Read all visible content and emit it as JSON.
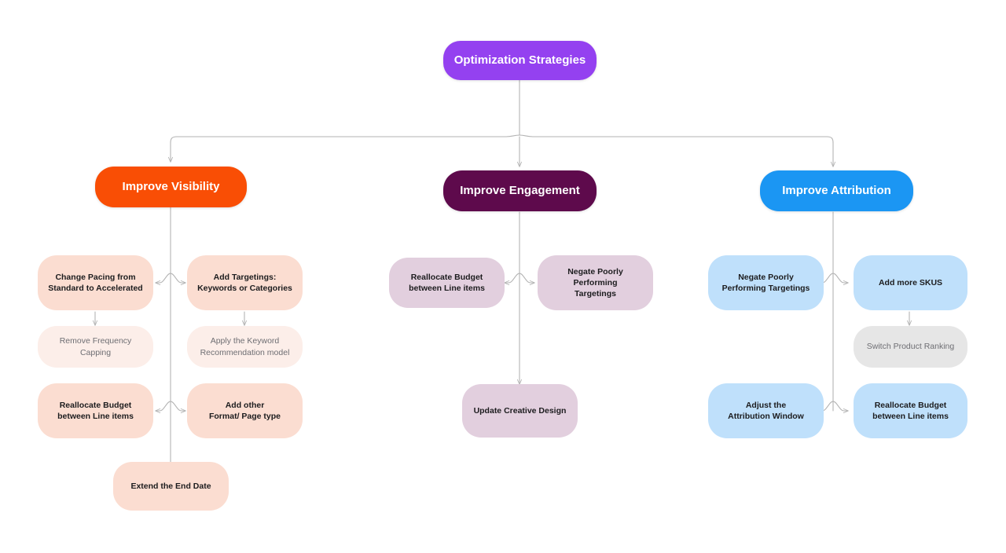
{
  "diagram": {
    "title": "Optimization Strategies",
    "type": "tree-mindmap",
    "background": "#ffffff",
    "edge_color": "#b3b3b3"
  },
  "palette": {
    "root": "#9441F0",
    "visibility": "#F94E05",
    "engagement": "#5E0A4C",
    "attribution": "#1B96F3",
    "peach": "#FBDDD1",
    "peach_light": "#FCEEE9",
    "mauve": "#E2CFDE",
    "blue": "#BFE0FB",
    "grey": "#E6E6E6",
    "text_strong": "#1c1c1e",
    "text_muted": "#6e6e73",
    "text_on_color": "#ffffff"
  },
  "root": {
    "label": "Optimization Strategies"
  },
  "branches": [
    {
      "id": "visibility",
      "label": "Improve Visibility",
      "color": "#F94E05",
      "nodes": [
        {
          "id": "vis-1",
          "label": "Change Pacing from\nStandard to Accelerated",
          "fill": "peach",
          "emphasis": "strong"
        },
        {
          "id": "vis-2",
          "label": "Add Targetings:\nKeywords or Categories",
          "fill": "peach",
          "emphasis": "strong"
        },
        {
          "id": "vis-3",
          "label": "Remove Frequency Capping",
          "fill": "peach_light",
          "emphasis": "muted"
        },
        {
          "id": "vis-4",
          "label": "Apply the Keyword\nRecommendation model",
          "fill": "peach_light",
          "emphasis": "muted"
        },
        {
          "id": "vis-5",
          "label": "Reallocate Budget\nbetween Line items",
          "fill": "peach",
          "emphasis": "strong"
        },
        {
          "id": "vis-6",
          "label": "Add other\nFormat/ Page type",
          "fill": "peach",
          "emphasis": "strong"
        },
        {
          "id": "vis-7",
          "label": "Extend the End Date",
          "fill": "peach",
          "emphasis": "strong"
        }
      ]
    },
    {
      "id": "engagement",
      "label": "Improve Engagement",
      "color": "#5E0A4C",
      "nodes": [
        {
          "id": "eng-1",
          "label": "Reallocate Budget\nbetween Line items",
          "fill": "mauve",
          "emphasis": "strong"
        },
        {
          "id": "eng-2",
          "label": "Negate Poorly Performing\nTargetings",
          "fill": "mauve",
          "emphasis": "strong"
        },
        {
          "id": "eng-3",
          "label": "Update Creative Design",
          "fill": "mauve",
          "emphasis": "strong"
        }
      ]
    },
    {
      "id": "attribution",
      "label": "Improve Attribution",
      "color": "#1B96F3",
      "nodes": [
        {
          "id": "att-1",
          "label": "Negate Poorly\nPerforming Targetings",
          "fill": "blue",
          "emphasis": "strong"
        },
        {
          "id": "att-2",
          "label": "Add more SKUS",
          "fill": "blue",
          "emphasis": "strong"
        },
        {
          "id": "att-3",
          "label": "Switch Product Ranking",
          "fill": "grey",
          "emphasis": "muted"
        },
        {
          "id": "att-4",
          "label": "Adjust the\nAttribution Window",
          "fill": "blue",
          "emphasis": "strong"
        },
        {
          "id": "att-5",
          "label": "Reallocate Budget\nbetween Line items",
          "fill": "blue",
          "emphasis": "strong"
        }
      ]
    }
  ]
}
